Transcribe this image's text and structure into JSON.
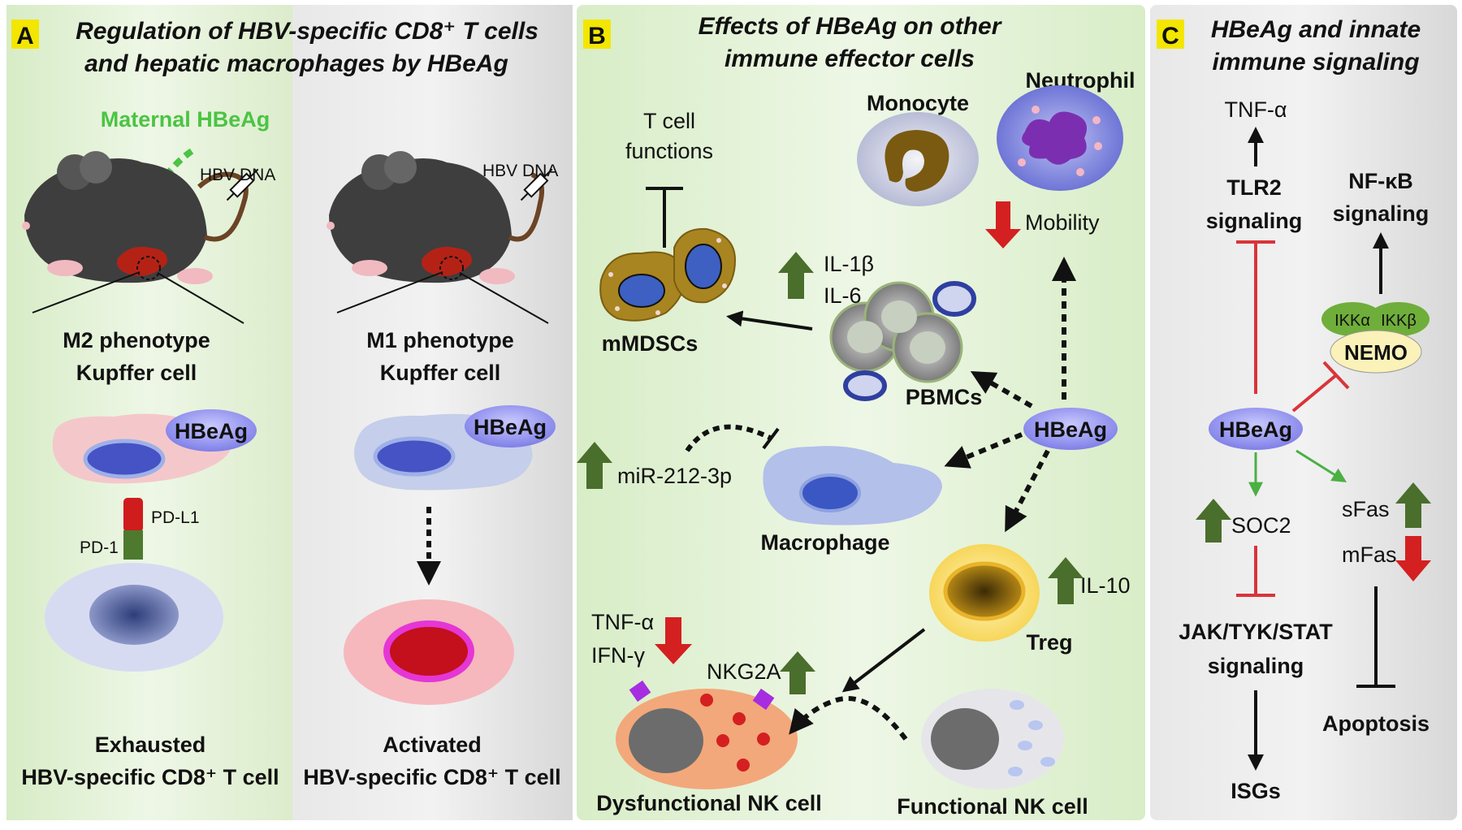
{
  "colors": {
    "red_arrow": "#d42020",
    "green_arrow": "#4a6e2c",
    "hbeag_fill": "#8c8cf0",
    "inhibit_red": "#d9343a",
    "green_dashed": "#4bc443",
    "panel_green": "#e2f2d6",
    "panel_gray": "#dcdcdc"
  },
  "panelA": {
    "letter": "A",
    "title_line1": "Regulation of HBV-specific CD8⁺ T cells",
    "title_line2": "and hepatic macrophages by HBeAg",
    "maternal": "Maternal HBeAg",
    "hbv_dna_left": "HBV DNA",
    "hbv_dna_right": "HBV DNA",
    "m2_line1": "M2 phenotype",
    "m2_line2": "Kupffer cell",
    "m1_line1": "M1 phenotype",
    "m1_line2": "Kupffer cell",
    "hbeag_left": "HBeAg",
    "hbeag_right": "HBeAg",
    "pdl1": "PD-L1",
    "pd1": "PD-1",
    "exhausted_line1": "Exhausted",
    "exhausted_line2": "HBV-specific CD8⁺ T cell",
    "activated_line1": "Activated",
    "activated_line2": "HBV-specific CD8⁺ T cell"
  },
  "panelB": {
    "letter": "B",
    "title_line1": "Effects of HBeAg on other",
    "title_line2": "immune effector cells",
    "tcell_line1": "T cell",
    "tcell_line2": "functions",
    "monocyte": "Monocyte",
    "neutrophil": "Neutrophil",
    "mobility": "Mobility",
    "il1b": "IL-1β",
    "il6": "IL-6",
    "mmdscs": "mMDSCs",
    "pbmcs": "PBMCs",
    "hbeag": "HBeAg",
    "mir": "miR-212-3p",
    "macrophage": "Macrophage",
    "il10": "IL-10",
    "treg": "Treg",
    "tnfa": "TNF-α",
    "ifng": "IFN-γ",
    "nkg2a": "NKG2A",
    "dysfunctional_nk": "Dysfunctional NK cell",
    "functional_nk": "Functional NK cell"
  },
  "panelC": {
    "letter": "C",
    "title_line1": "HBeAg and innate",
    "title_line2": "immune signaling",
    "tnfa": "TNF-α",
    "tlr2_line1": "TLR2",
    "tlr2_line2": "signaling",
    "nfkb_line1": "NF-κB",
    "nfkb_line2": "signaling",
    "ikka": "IKKα",
    "ikkb": "IKKβ",
    "nemo": "NEMO",
    "hbeag": "HBeAg",
    "soc2": "SOC2",
    "sfas": "sFas",
    "mfas": "mFas",
    "jak_line1": "JAK/TYK/STAT",
    "jak_line2": "signaling",
    "apoptosis": "Apoptosis",
    "isgs": "ISGs"
  }
}
